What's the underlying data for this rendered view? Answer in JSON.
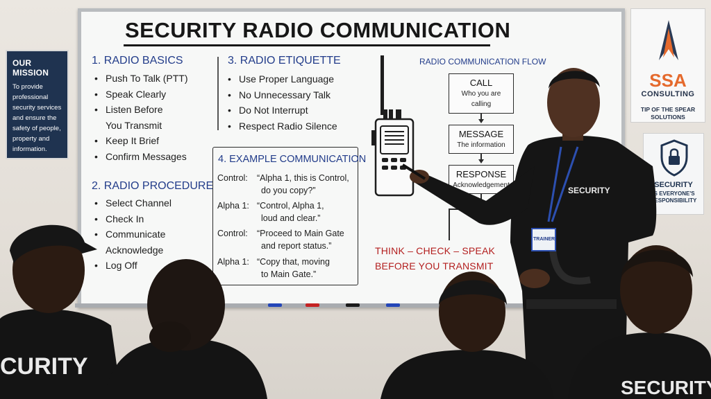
{
  "mission": {
    "title": "OUR MISSION",
    "lines": [
      "To provide",
      "professional",
      "security services",
      "and ensure the",
      "safety of people,",
      "property and",
      "information."
    ]
  },
  "board": {
    "title": "SECURITY RADIO COMMUNICATION",
    "sections": [
      {
        "heading": "1. RADIO BASICS",
        "items": [
          "Push To Talk (PTT)",
          "Speak Clearly",
          "Listen Before",
          "You Transmit",
          "Keep It Brief",
          "Confirm Messages"
        ]
      },
      {
        "heading": "2. RADIO PROCEDURE",
        "items": [
          "Select Channel",
          "Check In",
          "Communicate",
          "Acknowledge",
          "Log Off"
        ]
      },
      {
        "heading": "3. RADIO ETIQUETTE",
        "items": [
          "Use Proper Language",
          "No Unnecessary Talk",
          "Do Not Interrupt",
          "Respect Radio Silence"
        ]
      }
    ],
    "example": {
      "heading": "4. EXAMPLE COMMUNICATION",
      "rows": [
        {
          "speaker": "Control:",
          "line1": "“Alpha 1, this is Control,",
          "line2": "do you copy?”"
        },
        {
          "speaker": "Alpha 1:",
          "line1": "“Control, Alpha 1,",
          "line2": "loud and clear.”"
        },
        {
          "speaker": "Control:",
          "line1": "“Proceed to Main Gate",
          "line2": "and report status.”"
        },
        {
          "speaker": "Alpha 1:",
          "line1": "“Copy that, moving",
          "line2": "to Main Gate.”"
        }
      ]
    },
    "flow": {
      "title": "RADIO COMMUNICATION FLOW",
      "steps": [
        {
          "label": "CALL",
          "sub1": "Who you are",
          "sub2": "calling"
        },
        {
          "label": "MESSAGE",
          "sub1": "The information",
          "sub2": ""
        },
        {
          "label": "RESPONSE",
          "sub1": "Acknowledgement",
          "sub2": ""
        }
      ]
    },
    "tagline": {
      "line1": "THINK – CHECK – SPEAK",
      "line2": "BEFORE YOU TRANSMIT"
    }
  },
  "ssa_poster": {
    "name": "SSA",
    "subtitle": "CONSULTING",
    "tag1": "TIP OF THE SPEAR",
    "tag2": "SOLUTIONS"
  },
  "security_poster": {
    "line1": "SECURITY",
    "line2": "IS EVERYONE'S",
    "line3": "RESPONSIBILITY"
  },
  "trainer": {
    "shirt": "SECURITY",
    "badge": "TRAINER"
  },
  "trainees": {
    "shirt_left": "CURITY",
    "shirt_right": "SECURITY"
  },
  "colors": {
    "heading_blue": "#223c8a",
    "tagline_red": "#b31e1e",
    "poster_navy": "#1f3350",
    "ssa_orange": "#e56a2d"
  }
}
